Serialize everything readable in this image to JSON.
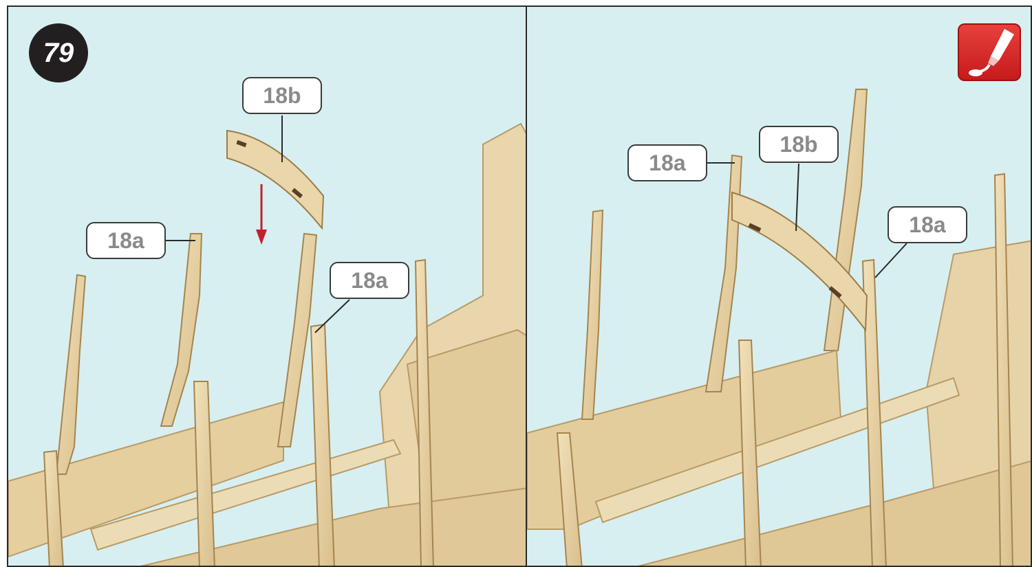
{
  "step": {
    "number": "79"
  },
  "icons": {
    "glue": "glue-bottle-icon",
    "direction": "arrow-down-icon"
  },
  "colors": {
    "background": "#d7eff0",
    "wood": "#e7d2a6",
    "arrow": "#c0212b",
    "badge": "#231f20",
    "glue": "#d42a26"
  },
  "left_panel": {
    "labels": {
      "part_18b": "18b",
      "part_18a_1": "18a",
      "part_18a_2": "18a"
    }
  },
  "right_panel": {
    "labels": {
      "part_18a_1": "18a",
      "part_18b": "18b",
      "part_18a_2": "18a"
    }
  }
}
